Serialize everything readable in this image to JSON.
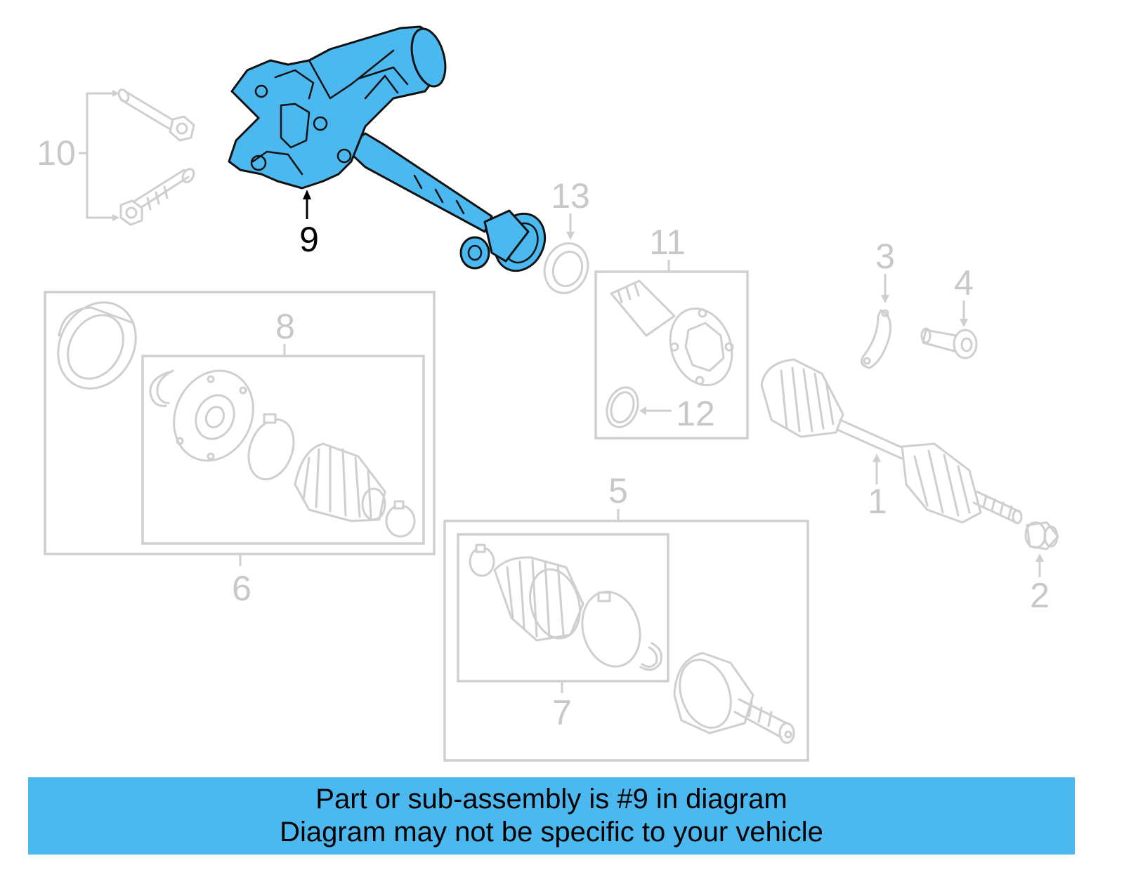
{
  "diagram": {
    "callouts": {
      "c1": "1",
      "c2": "2",
      "c3": "3",
      "c4": "4",
      "c5": "5",
      "c6": "6",
      "c7": "7",
      "c8": "8",
      "c9": "9",
      "c10": "10",
      "c11": "11",
      "c12": "12",
      "c13": "13"
    },
    "highlighted_part": "9",
    "colors": {
      "highlight": "#4bb8ef",
      "ghost": "#cfcfcf",
      "banner": "#4bb8ef"
    }
  },
  "banner": {
    "line1": "Part or sub-assembly is #9 in diagram",
    "line2": "Diagram may not be specific to your vehicle"
  }
}
